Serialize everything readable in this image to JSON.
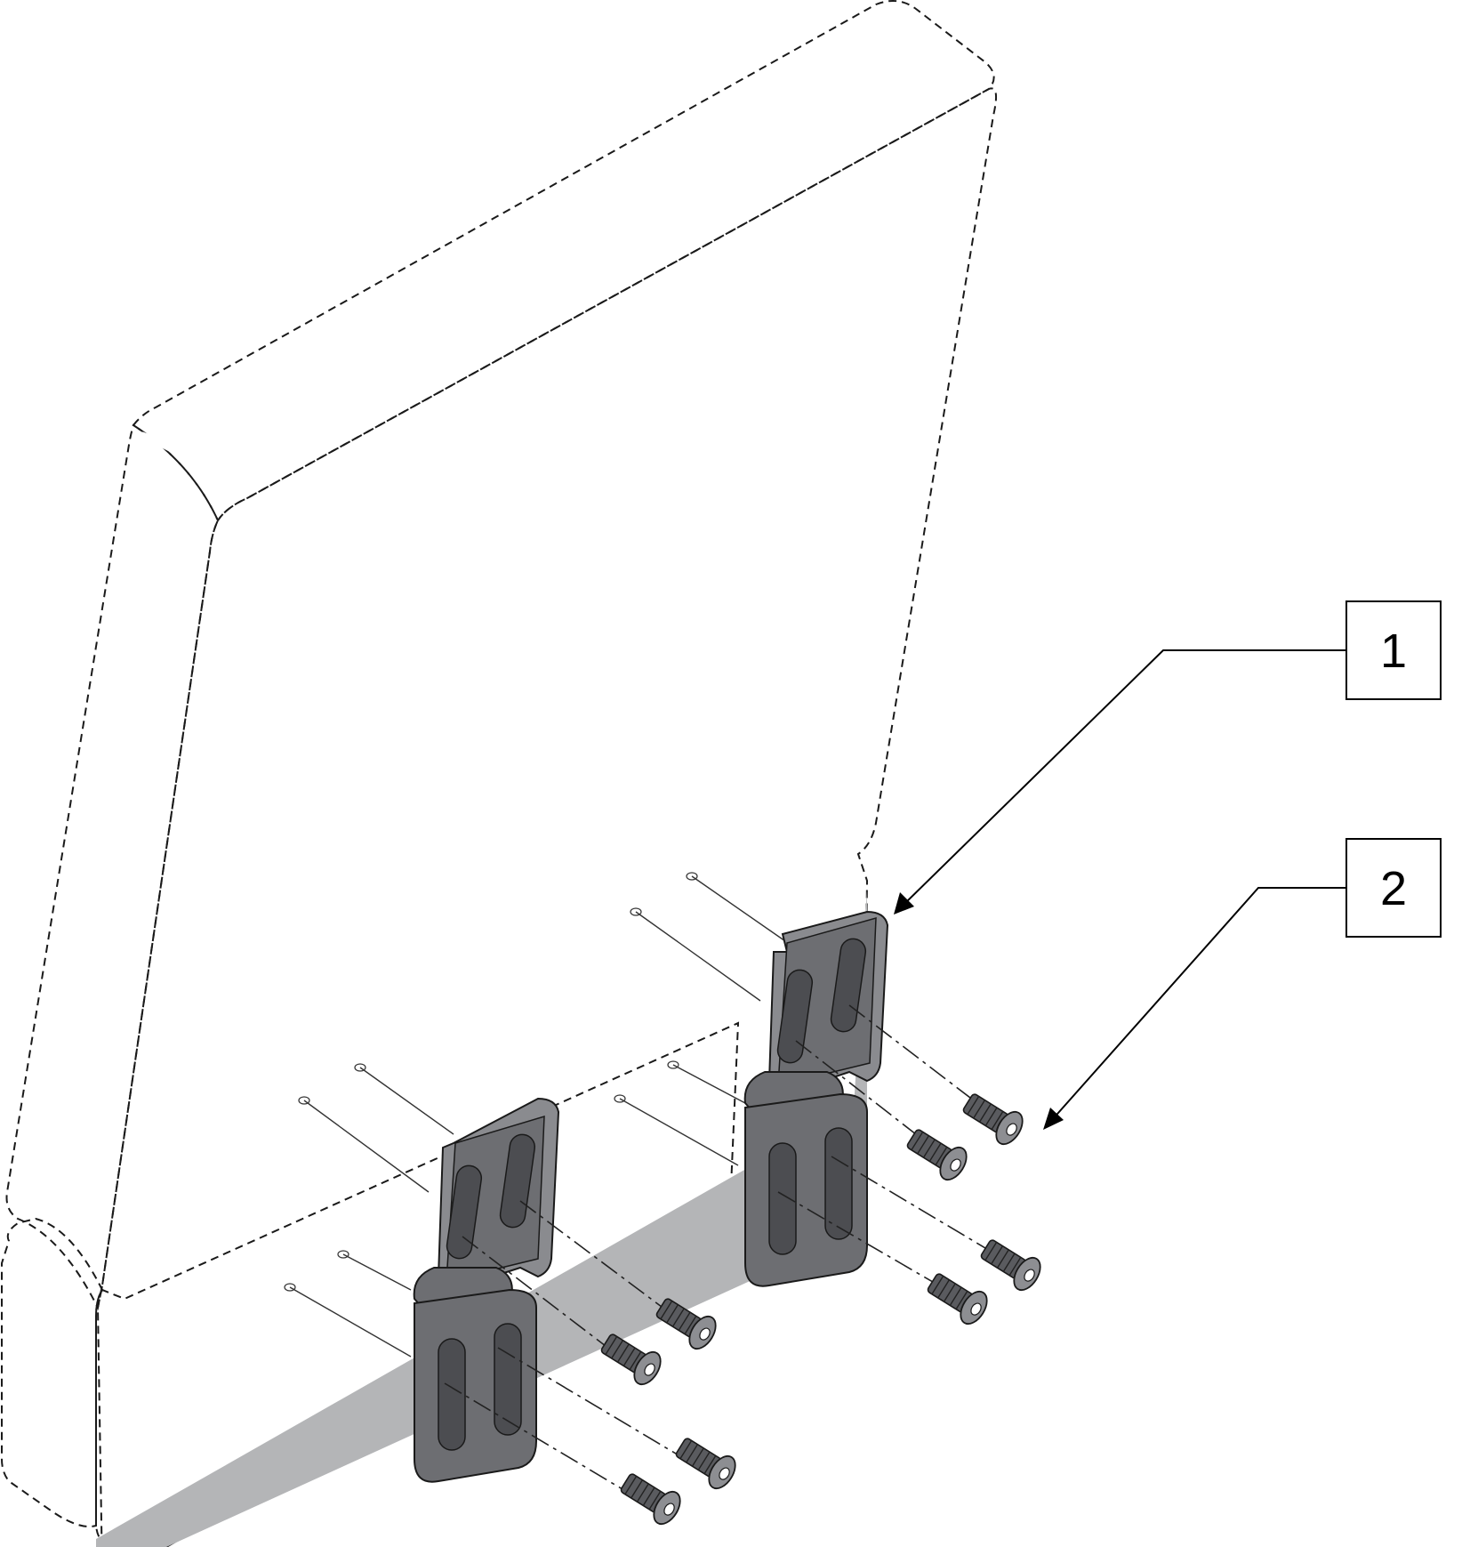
{
  "callouts": [
    {
      "label": "1"
    },
    {
      "label": "2"
    }
  ],
  "colors": {
    "cushion_light": "#dcdddf",
    "cushion_face": "#b3b4b6",
    "hinge_dark": "#6b6c70",
    "hinge_mid": "#8a8b8f",
    "screw": "#555559",
    "outline": "#1a1a1a"
  },
  "parts": {
    "hinge_count": 2,
    "screws_per_hinge": 4
  }
}
